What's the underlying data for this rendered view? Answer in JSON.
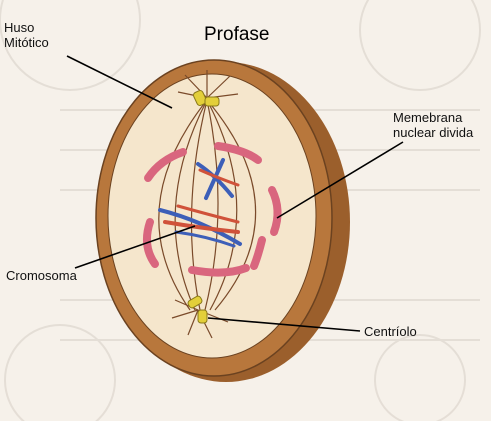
{
  "diagram": {
    "title": "Profase",
    "labels": {
      "spindle_line1": "Huso",
      "spindle_line2": "Mitótico",
      "membrane_line1": "Memebrana",
      "membrane_line2": "nuclear divida",
      "chromosome": "Cromosoma",
      "centriole": "Centríolo"
    },
    "colors": {
      "background": "#f6f1ea",
      "cell_rim": "#b8773c",
      "cell_side": "#9b5f2c",
      "cytoplasm": "#f5e6cc",
      "membrane": "#d9667e",
      "chromosome_blue": "#3d5fb8",
      "chromosome_red": "#d0523a",
      "centriole": "#e3cf3a",
      "spindle": "#7a4a2a",
      "leader": "#000000"
    }
  }
}
